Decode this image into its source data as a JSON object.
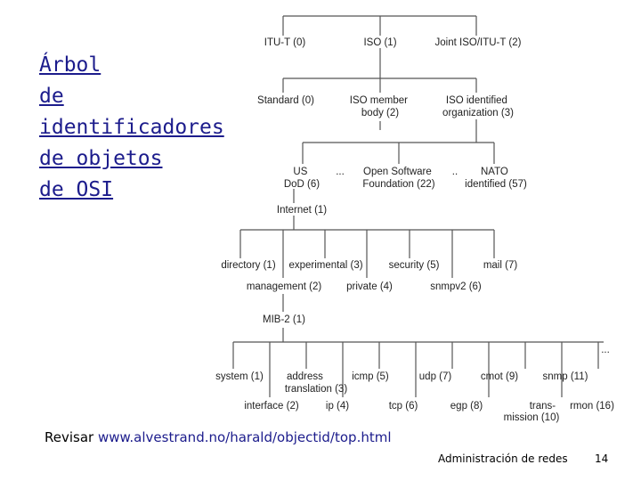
{
  "slide": {
    "title": "Árbol\nde\nidentificadores\nde objetos\nde OSI",
    "footer_prefix": "Revisar ",
    "footer_url": "www.alvestrand.no/harald/objectid/top.html",
    "course": "Administración de redes",
    "page_number": "14"
  },
  "tree": {
    "root": [
      "ITU-T (0)",
      "ISO (1)",
      "Joint ISO/ITU-T (2)"
    ],
    "iso_children": [
      [
        "Standard (0)"
      ],
      [
        "ISO member",
        "body (2)"
      ],
      [
        "ISO identified",
        "organization (3)"
      ]
    ],
    "org_children": [
      [
        "US",
        "DoD (6)"
      ],
      [
        "..."
      ],
      [
        "Open Software",
        "Foundation (22)"
      ],
      [
        ".."
      ],
      [
        "NATO",
        "identified (57)"
      ]
    ],
    "internet": "Internet (1)",
    "internet_children_top": [
      "directory (1)",
      "experimental (3)",
      "security (5)",
      "mail (7)"
    ],
    "internet_children_bottom": [
      "management (2)",
      "private (4)",
      "snmpv2 (6)"
    ],
    "mib2": "MIB-2 (1)",
    "mib2_ellipsis": "...",
    "mib2_children_top": [
      [
        "system (1)"
      ],
      [
        "address",
        "translation (3)"
      ],
      [
        "icmp (5)"
      ],
      [
        "udp (7)"
      ],
      [
        "cmot (9)"
      ],
      [
        "snmp (11)"
      ]
    ],
    "mib2_children_bottom": [
      [
        "interface (2)"
      ],
      [
        "ip (4)"
      ],
      [
        "tcp (6)"
      ],
      [
        "egp (8)"
      ],
      [
        "trans-",
        "mission (10)"
      ],
      [
        "rmon (16)"
      ]
    ]
  }
}
